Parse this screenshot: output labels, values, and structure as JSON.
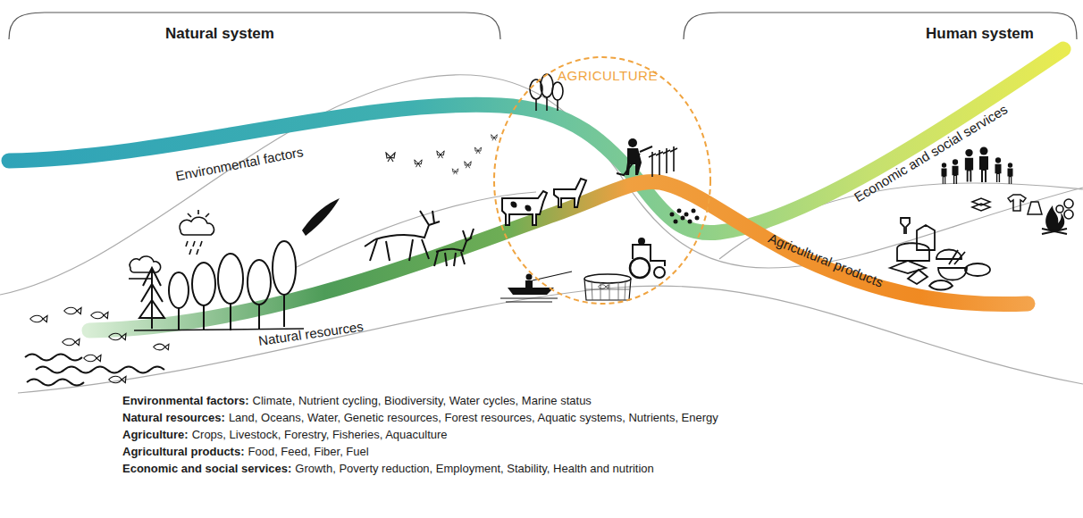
{
  "diagram": {
    "nodes": [
      {
        "text": [
          "Environmental factors"
        ]
      },
      {
        "text": [
          "Natural resources"
        ]
      },
      {
        "text": [
          "AGRICULTURE"
        ]
      },
      {
        "text": [
          "Agricultural products"
        ]
      },
      {
        "text": [
          "Economic and social services"
        ]
      }
    ],
    "labels": [
      "Natural system",
      "Human system",
      "Environmental factors:",
      "Climate, Nutrient cycling, Biodiversity, Water cycles, Marine status",
      "Natural resources:",
      "Land, Oceans, Water, Genetic resources, Forest resources, Aquatic systems, Nutrients, Energy",
      "Agriculture:",
      "Crops, Livestock, Forestry, Fisheries, Aquaculture",
      "Agricultural products:",
      "Food, Feed, Fiber, Fuel",
      "Economic and social services:",
      "Growth, Poverty reduction, Employment, Stability, Health and nutrition"
    ]
  }
}
